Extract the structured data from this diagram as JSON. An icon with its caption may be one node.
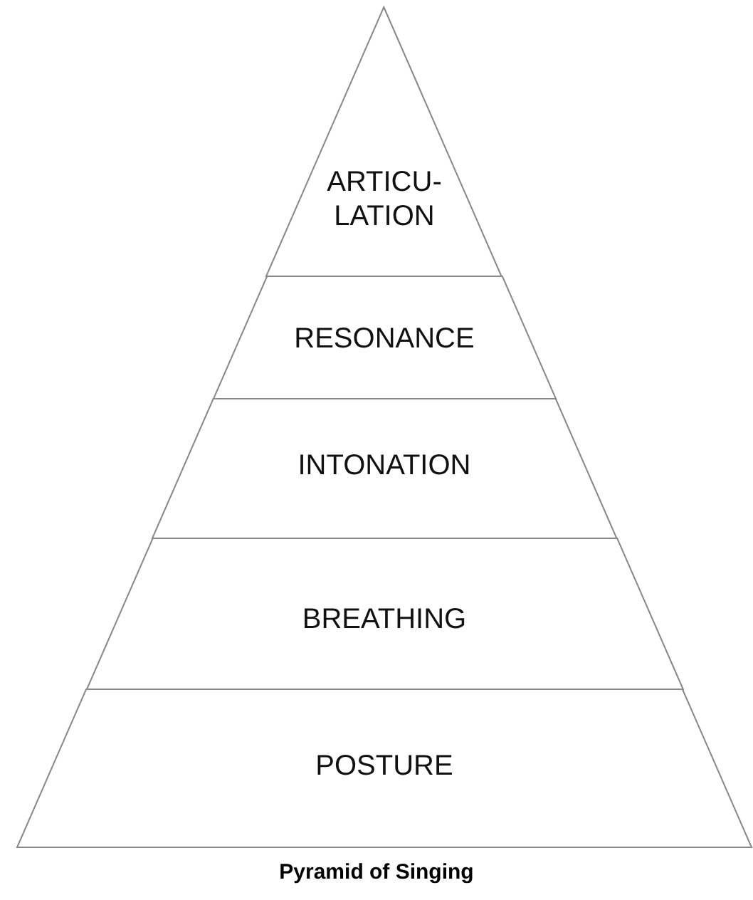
{
  "diagram": {
    "caption": "Pyramid of Singing",
    "nodes": [
      {
        "text": [
          "ARTICU- LATION"
        ]
      },
      {
        "text": [
          "RESONANCE"
        ]
      },
      {
        "text": [
          "INTONATION"
        ]
      },
      {
        "text": [
          "BREATHING"
        ]
      },
      {
        "text": [
          "POSTURE"
        ]
      }
    ]
  }
}
